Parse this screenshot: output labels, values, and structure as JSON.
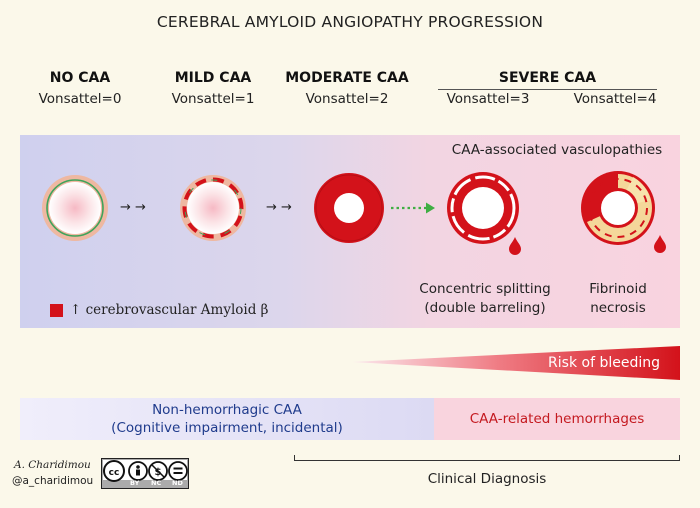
{
  "title": "CEREBRAL AMYLOID ANGIOPATHY PROGRESSION",
  "stages": [
    {
      "name": "NO CAA",
      "score": "Vonsattel=0"
    },
    {
      "name": "MILD CAA",
      "score": "Vonsattel=1"
    },
    {
      "name": "MODERATE CAA",
      "score": "Vonsattel=2"
    },
    {
      "name": "SEVERE CAA",
      "scores": [
        "Vonsattel=3",
        "Vonsattel=4"
      ]
    }
  ],
  "arrow_glyph": "→ →",
  "vasculopathies_heading": "CAA-associated vasculopathies",
  "vasculopathies": [
    {
      "line1": "Concentric splitting",
      "line2": "(double barreling)"
    },
    {
      "line1": "Fibrinoid",
      "line2": "necrosis"
    }
  ],
  "legend": {
    "text": "↑ cerebrovascular Amyloid β",
    "color": "#d3121a"
  },
  "risk_label": "Risk of bleeding",
  "nonhem": {
    "line1": "Non-hemorrhagic CAA",
    "line2": "(Cognitive impairment, incidental)"
  },
  "hem": "CAA-related hemorrhages",
  "author": {
    "name": "A. Charidimou",
    "handle": "@a_charidimou"
  },
  "license": {
    "tags": [
      "BY",
      "NC",
      "ND"
    ],
    "icons": [
      "cc-icon",
      "by-icon",
      "nc-icon",
      "nd-icon"
    ]
  },
  "clinical": "Clinical Diagnosis",
  "colors": {
    "amyloid_red": "#d3121a",
    "vessel_wall": "#eeb8a1",
    "dotted_arrow": "#3fae43",
    "nonhem_text": "#1f3b8c",
    "hem_text": "#c41a20",
    "fibrinoid": "#f4d79a"
  }
}
